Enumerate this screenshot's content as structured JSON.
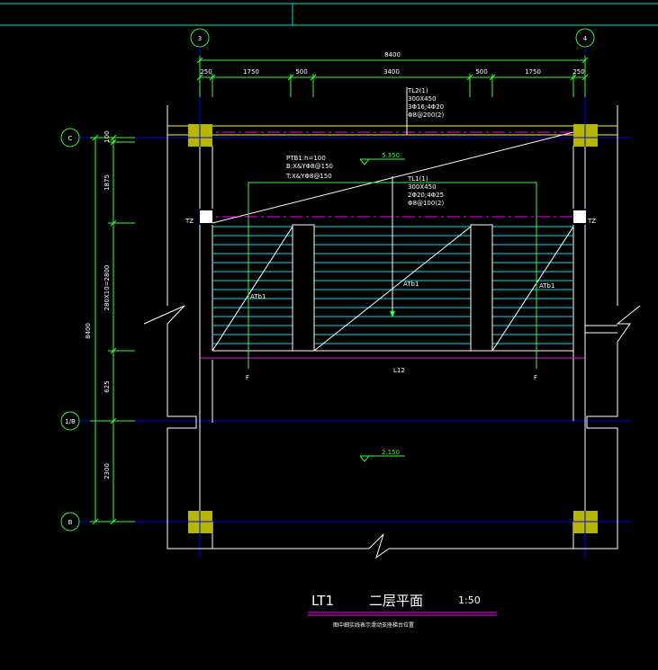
{
  "title": {
    "name": "LT1",
    "floor": "二层平面",
    "scale": "1:50",
    "note": "图中细实线表示滑动支座梯台位置"
  },
  "axes": {
    "top_left": "3",
    "top_right": "4",
    "left_top": "C",
    "left_mid": "1/B",
    "left_bottom": "B"
  },
  "dims_top": {
    "overall": "8400",
    "segments": [
      "250",
      "1750",
      "500",
      "3400",
      "500",
      "1750",
      "250"
    ]
  },
  "dims_left": {
    "overall": "8400",
    "segments": [
      "100",
      "1875",
      "280X10=2800",
      "625",
      "2300"
    ]
  },
  "beams": {
    "tl2": [
      "TL2(1)",
      "300X450",
      "3Φ16;4Φ20",
      "Φ8@200(2)"
    ],
    "tl1": [
      "TL1(1)",
      "300X450",
      "2Φ20;4Φ25",
      "Φ8@100(2)"
    ],
    "ptb": [
      "PTB1:h=100",
      "B:X&YΦ8@150",
      "T:X&YΦ8@150"
    ],
    "tz_left": "TZ",
    "tz_right": "TZ",
    "l12": "L12",
    "section_left": "F",
    "section_right": "F"
  },
  "levels": {
    "upper": "5.350",
    "lower": "2.150"
  },
  "flights": [
    "ATb1",
    "ATb1",
    "ATb1"
  ],
  "colors": {
    "axis": "#0000ff",
    "wall": "#ffffff",
    "dim": "#33ff33",
    "column": "#b7b700",
    "beam": "#ffff00",
    "stair_line": "#00e5e5",
    "magenta": "#ff00ff"
  }
}
